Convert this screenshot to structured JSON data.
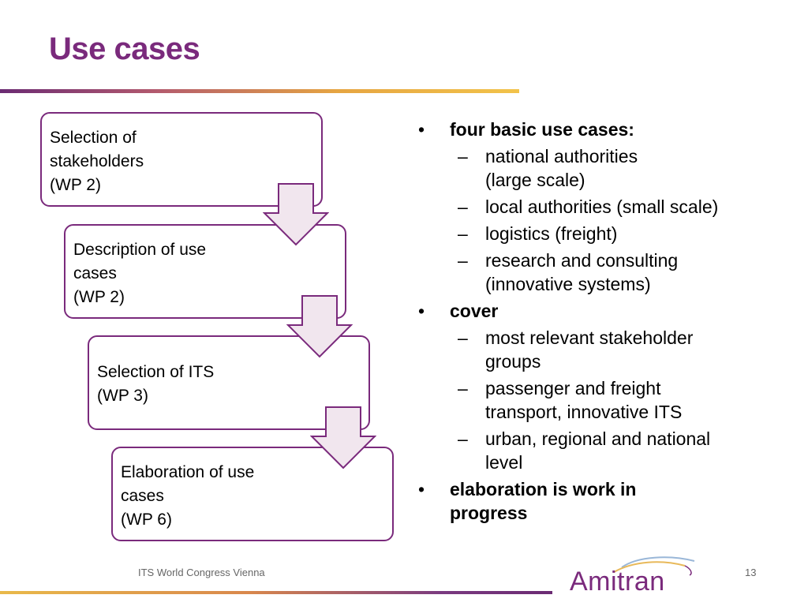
{
  "slide": {
    "title": "Use cases",
    "footer": "ITS World Congress Vienna",
    "page_number": "13",
    "logo_text": "Amitran"
  },
  "flow": [
    {
      "lines": [
        "Selection of",
        "stakeholders",
        "(WP 2)"
      ]
    },
    {
      "lines": [
        "Description of use",
        "cases",
        "(WP 2)"
      ]
    },
    {
      "lines": [
        "Selection of ITS",
        "(WP 3)"
      ]
    },
    {
      "lines": [
        "Elaboration of use",
        "cases",
        "(WP 6)"
      ]
    }
  ],
  "bullets": [
    {
      "text": "four basic use cases:",
      "sub": [
        [
          "national authorities",
          "(large scale)"
        ],
        [
          "local authorities (small scale)"
        ],
        [
          "logistics (freight)"
        ],
        [
          "research and consulting",
          "(innovative systems)"
        ]
      ]
    },
    {
      "text": "cover",
      "sub": [
        [
          "most relevant stakeholder",
          "groups"
        ],
        [
          "passenger and freight",
          "transport, innovative ITS"
        ],
        [
          "urban, regional and national",
          "level"
        ]
      ]
    },
    {
      "text_lines": [
        "elaboration is work in",
        "progress"
      ]
    }
  ],
  "colors": {
    "accent": "#7a2a7c",
    "arrow_fill": "#f1e6ee"
  }
}
